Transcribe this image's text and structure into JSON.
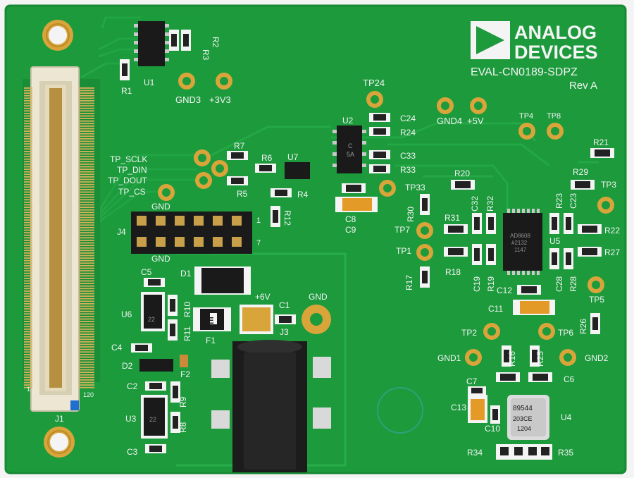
{
  "brand": {
    "line1": "ANALOG",
    "line2": "DEVICES"
  },
  "board": {
    "name": "EVAL-CN0189-SDPZ",
    "revision": "Rev A"
  },
  "labels": {
    "U1": "U1",
    "R1": "R1",
    "R2": "R2",
    "R3": "R3",
    "GND3": "GND3",
    "P3V3": "+3V3",
    "TP24": "TP24",
    "U2": "U2",
    "C24": "C24",
    "R24": "R24",
    "C33": "C33",
    "R33": "R33",
    "GND4": "GND4",
    "P5V": "+5V",
    "TP4": "TP4",
    "TP8": "TP8",
    "R21": "R21",
    "R29": "R29",
    "TP3": "TP3",
    "TP_SCLK": "TP_SCLK",
    "TP_DIN": "TP_DIN",
    "TP_DOUT": "TP_DOUT",
    "TP_CS": "TP_CS",
    "R7": "R7",
    "R6": "R6",
    "U7": "U7",
    "R5": "R5",
    "R4": "R4",
    "R12": "R12",
    "C8": "C8",
    "C9": "C9",
    "TP33": "TP33",
    "R30": "R30",
    "R20": "R20",
    "R31": "R31",
    "C32": "C32",
    "R32": "R32",
    "R23": "R23",
    "C23": "C23",
    "R22": "R22",
    "R27": "R27",
    "TP7": "TP7",
    "TP1": "TP1",
    "R18": "R18",
    "C19": "C19",
    "R19": "R19",
    "R17": "R17",
    "U5": "U5",
    "C28": "C28",
    "R28": "R28",
    "C12": "C12",
    "C11": "C11",
    "TP5": "TP5",
    "R26": "R26",
    "GND_top": "GND",
    "GND_bot": "GND",
    "J4": "J4",
    "pin1": "1",
    "pin7": "7",
    "C5": "C5",
    "U6": "U6",
    "R10": "R10",
    "R11": "R11",
    "C4": "C4",
    "D1": "D1",
    "D2": "D2",
    "F1": "F1",
    "F2": "F2",
    "P6V": "+6V",
    "C1": "C1",
    "GND_j3": "GND",
    "J3": "J3",
    "TP2": "TP2",
    "TP6": "TP6",
    "GND1": "GND1",
    "GND2": "GND2",
    "R16": "R16",
    "R25": "R25",
    "C7": "C7",
    "C6": "C6",
    "C13": "C13",
    "C10": "C10",
    "U4": "U4",
    "R34": "R34",
    "R35": "R35",
    "C2": "C2",
    "R9": "R9",
    "U3": "U3",
    "R8": "R8",
    "C3": "C3",
    "J1": "J1",
    "j1_1": "1",
    "j1_120": "120",
    "fuse_mark": "E"
  },
  "chip_markings": {
    "U5": [
      "AD8608",
      "#2132",
      "1147"
    ],
    "U4": [
      "89544",
      "203CE",
      "1204"
    ],
    "U2": [
      "C",
      "5A"
    ],
    "U6": [
      "22"
    ],
    "U3": [
      "22"
    ]
  },
  "colors": {
    "pcb": "#1c9a3c",
    "pcb_edge": "#178a34",
    "mask_dark": "#158334",
    "silk": "#f4f4f4",
    "gold": "#d9a53a",
    "connector": "#ece6d2"
  }
}
